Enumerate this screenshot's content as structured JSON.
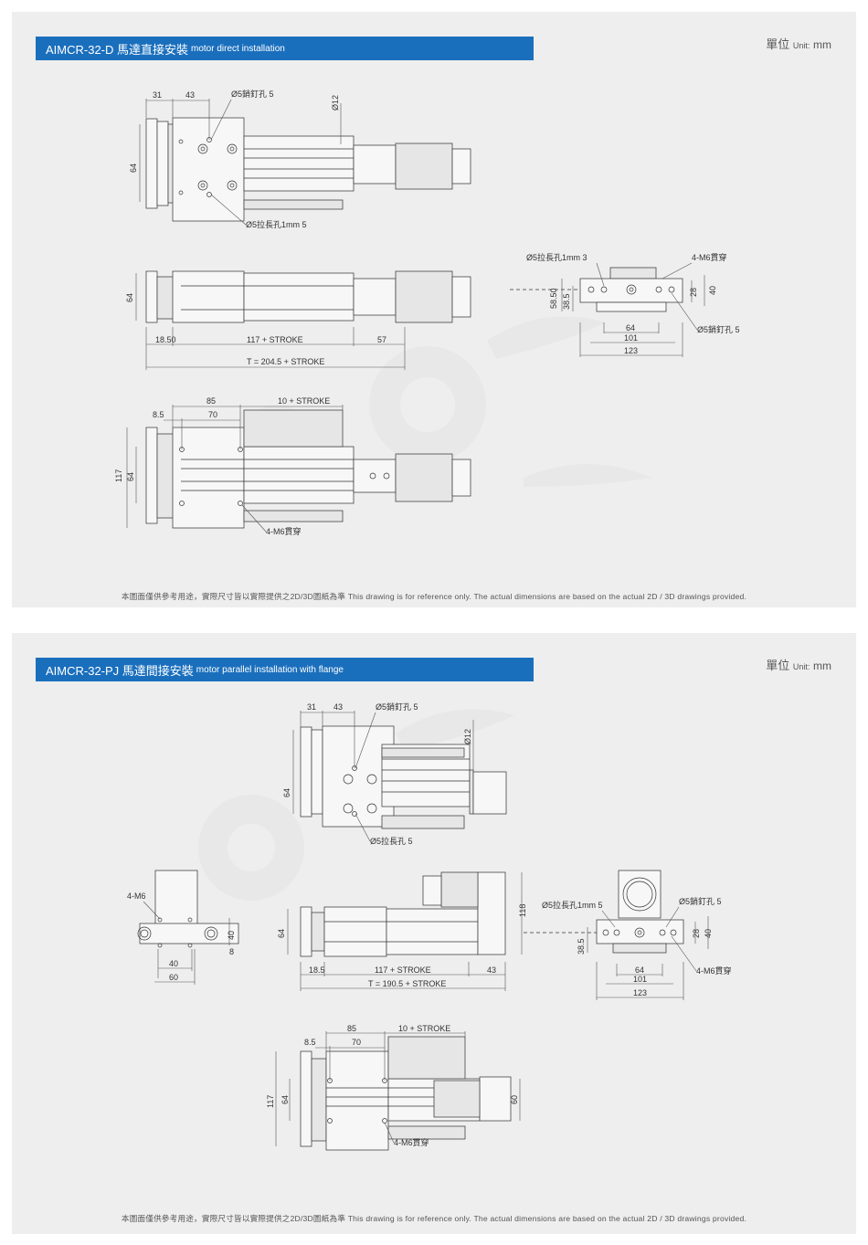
{
  "sections": [
    {
      "title_main": "AIMCR-32-D 馬達直接安裝",
      "title_sub": "motor direct installation",
      "unit": {
        "prefix": "單位",
        "small": "Unit:",
        "value": "mm"
      },
      "labels": {
        "d31": "31",
        "d43": "43",
        "pin_hole": "Ø5銷釘孔 5",
        "d12": "Ø12",
        "d64_top": "64",
        "slot_hole": "Ø5拉長孔1mm 5",
        "d64_side": "64",
        "d1850": "18.50",
        "d117s": "117 + STROKE",
        "d57": "57",
        "t_total": "T = 204.5 + STROKE",
        "d85": "85",
        "d70": "70",
        "d10s": "10 + STROKE",
        "d85b": "8.5",
        "d117": "117",
        "d64_b": "64",
        "m6_thru": "4-M6貫穿",
        "end_slot": "Ø5拉長孔1mm 3",
        "end_m6": "4-M6貫穿",
        "d5850": "58.50",
        "d385": "38.5",
        "d28": "28",
        "d40": "40",
        "d64e": "64",
        "d101": "101",
        "d123": "123",
        "end_pin": "Ø5銷釘孔 5"
      },
      "footnote": "本圖面僅供參考用途，實際尺寸皆以實際提供之2D/3D圖紙為準 This drawing is for reference only. The actual dimensions are based on the actual 2D / 3D drawings provided."
    },
    {
      "title_main": "AIMCR-32-PJ 馬達間接安裝",
      "title_sub": "motor parallel installation with flange",
      "unit": {
        "prefix": "單位",
        "small": "Unit:",
        "value": "mm"
      },
      "labels": {
        "d31": "31",
        "d43": "43",
        "pin_hole": "Ø5銷釘孔 5",
        "d12": "Ø12",
        "d64_top": "64",
        "slot_hole": "Ø5拉長孔 5",
        "m6": "4-M6",
        "d40l": "40",
        "d60l": "60",
        "d40v": "40",
        "d8": "8",
        "d64_side": "64",
        "d118": "118",
        "d185": "18.5",
        "d117s": "117 + STROKE",
        "d43b": "43",
        "t_total": "T = 190.5 + STROKE",
        "end_slot": "Ø5拉長孔1mm 5",
        "end_pin": "Ø5銷釘孔 5",
        "end_m6": "4-M6貫穿",
        "d385": "38.5",
        "d28": "28",
        "d40e": "40",
        "d64e": "64",
        "d101": "101",
        "d123": "123",
        "d85": "85",
        "d70": "70",
        "d10s": "10 + STROKE",
        "d85b": "8.5",
        "d117": "117",
        "d64_b": "64",
        "d60": "60",
        "m6_thru": "4-M6貫穿"
      },
      "footnote": "本圖面僅供參考用途，實際尺寸皆以實際提供之2D/3D圖紙為準 This drawing is for reference only. The actual dimensions are based on the actual 2D / 3D drawings provided."
    }
  ],
  "icons": {
    "watermark": "gear-logo-watermark",
    "depth_symbol": "depth-icon"
  },
  "colors": {
    "title_bar": "#1a6fbd",
    "panel_bg": "#eeeeee",
    "line": "#333333"
  }
}
